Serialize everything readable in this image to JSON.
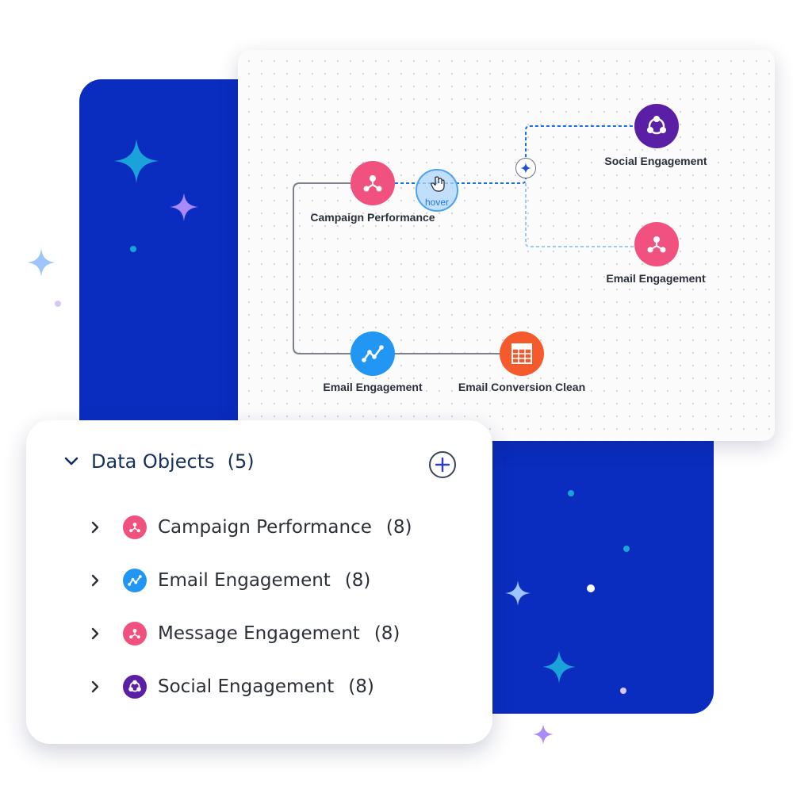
{
  "colors": {
    "panel_blue": "#0a2dbf",
    "accent_pink": "#f0517e",
    "accent_blue": "#2196f3",
    "accent_purple": "#5b1fa6",
    "accent_orange": "#f55a2c",
    "connector_blue": "#1d6fe0",
    "sparkle_teal": "#1aa3d8",
    "sparkle_purple": "#a78bfa",
    "sparkle_light": "#9ec5ff"
  },
  "canvas": {
    "nodes": [
      {
        "id": "campaign",
        "label": "Campaign Performance",
        "icon": "hub-icon",
        "color": "#f0517e"
      },
      {
        "id": "social",
        "label": "Social Engagement",
        "icon": "triad-icon",
        "color": "#5b1fa6"
      },
      {
        "id": "email_pink",
        "label": "Email Engagement",
        "icon": "hub-icon",
        "color": "#f0517e"
      },
      {
        "id": "email_blue",
        "label": "Email Engagement",
        "icon": "trend-icon",
        "color": "#2196f3"
      },
      {
        "id": "conversion",
        "label": "Email Conversion Clean",
        "icon": "table-icon",
        "color": "#f55a2c"
      }
    ],
    "hover_label": "hover",
    "junction_icon": "sparkle-icon"
  },
  "tree": {
    "title": "Data Objects",
    "count": "(5)",
    "add_icon": "plus-circle-icon",
    "items": [
      {
        "label": "Campaign Performance",
        "count": "(8)",
        "icon": "hub-icon",
        "color": "#f0517e"
      },
      {
        "label": "Email Engagement",
        "count": "(8)",
        "icon": "trend-icon",
        "color": "#2196f3"
      },
      {
        "label": "Message Engagement",
        "count": "(8)",
        "icon": "hub-icon",
        "color": "#f0517e"
      },
      {
        "label": "Social Engagement",
        "count": "(8)",
        "icon": "triad-icon",
        "color": "#5b1fa6"
      }
    ]
  }
}
